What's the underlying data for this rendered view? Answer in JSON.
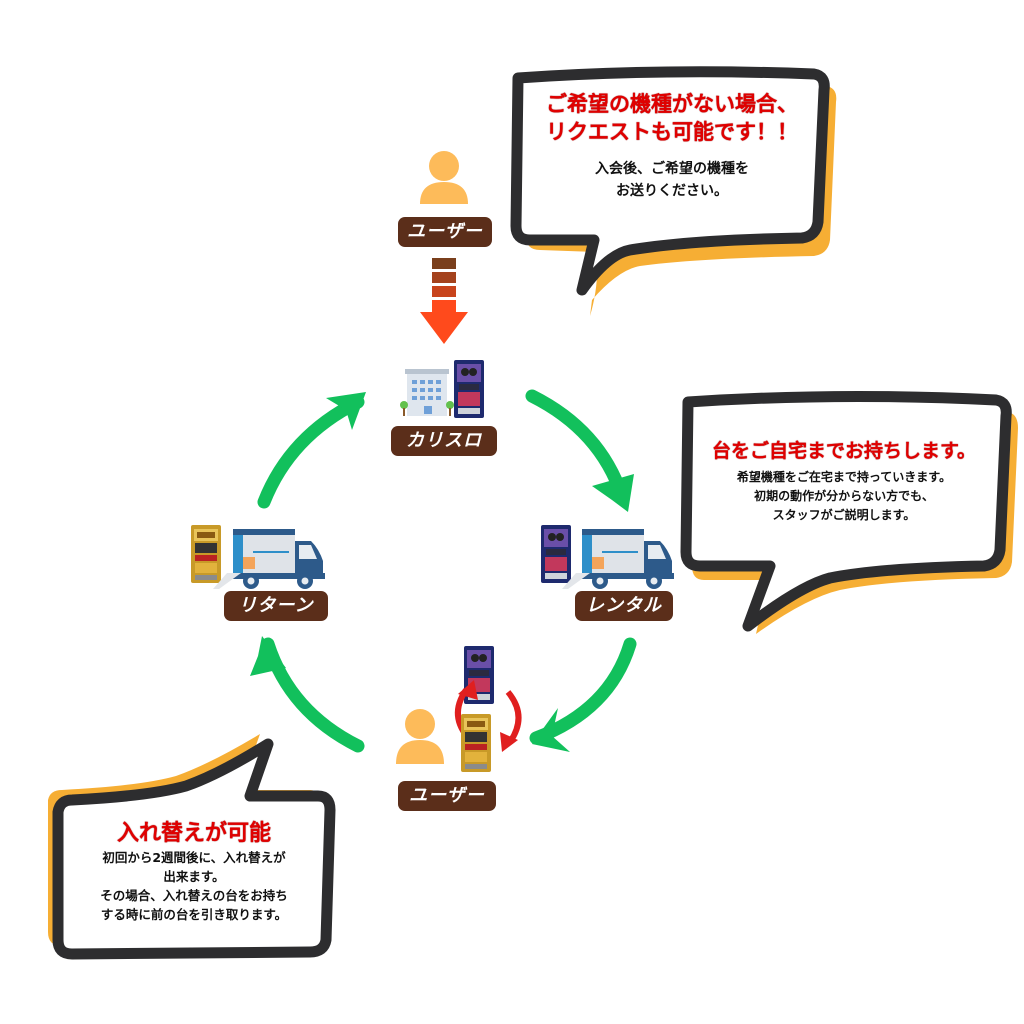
{
  "colors": {
    "badge_bg": "#5b2e1a",
    "arrow_green": "#12c05c",
    "bubble_border": "#2d2d2f",
    "bubble_shadow": "#f6ae34",
    "title_red": "#e00000",
    "down_arrow": "#ff4a1c",
    "user_icon": "#fdbb5a"
  },
  "nodes": {
    "user_top": {
      "label": "ユーザー",
      "icon": "user-icon"
    },
    "karisuro": {
      "label": "カリスロ",
      "icons": [
        "office-building-icon",
        "pachislot-machine-icon"
      ]
    },
    "rental": {
      "label": "レンタル",
      "icons": [
        "pachislot-machine-icon",
        "delivery-truck-icon"
      ]
    },
    "return": {
      "label": "リターン",
      "icons": [
        "gold-pachislot-machine-icon",
        "delivery-truck-icon"
      ]
    },
    "user_bottom": {
      "label": "ユーザー",
      "icons": [
        "user-icon",
        "swap-arrows-icon",
        "pachislot-machine-icon",
        "gold-pachislot-machine-icon"
      ]
    }
  },
  "bubbles": {
    "request": {
      "title_lines": [
        "ご希望の機種がない場合、",
        "リクエストも可能です！！"
      ],
      "body_lines": [
        "入会後、ご希望の機種を",
        "お送りください。"
      ]
    },
    "delivery": {
      "title_lines": [
        "台をご自宅までお持ちします。"
      ],
      "body_lines": [
        "希望機種をご在宅まで持っていきます。",
        "初期の動作が分からない方でも、",
        "スタッフがご説明します。"
      ]
    },
    "swap": {
      "title_lines": [
        "入れ替えが可能"
      ],
      "body_lines": [
        "初回から2週間後に、入れ替えが",
        "出来ます。",
        "その場合、入れ替えの台をお持ち",
        "する時に前の台を引き取ります。"
      ]
    }
  }
}
